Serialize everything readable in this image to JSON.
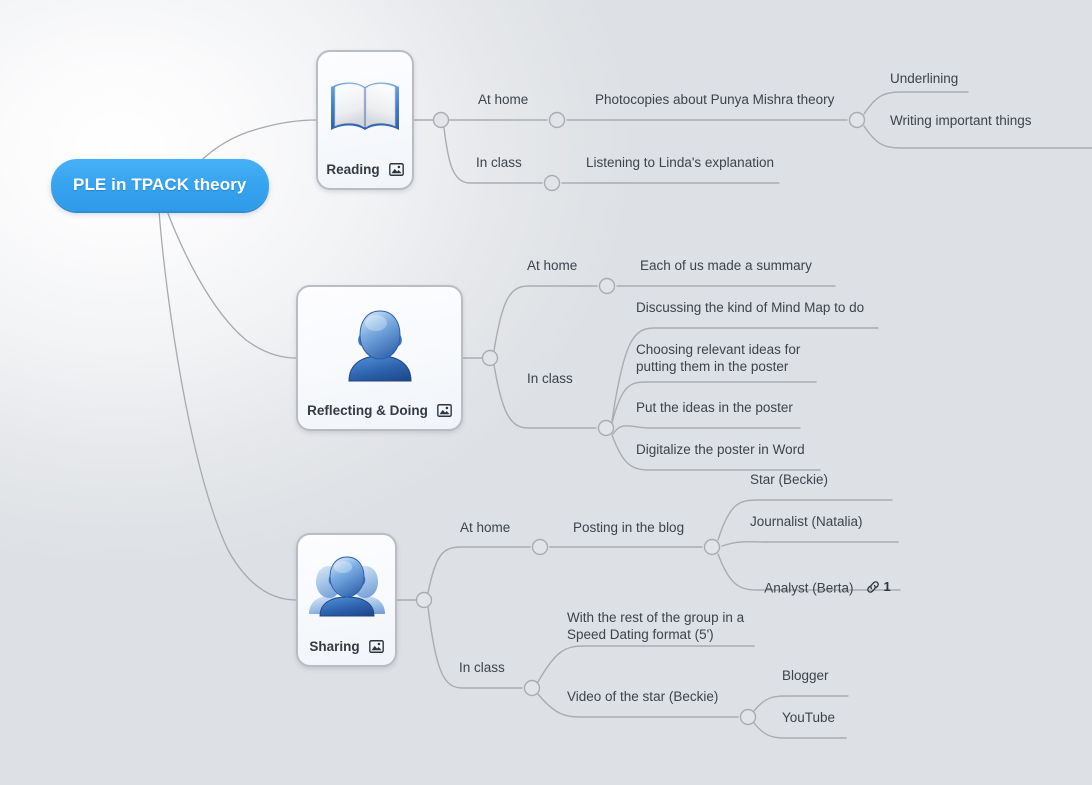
{
  "map": {
    "title": "PLE in TPACK theory",
    "background_color": "#dcdfe3",
    "root_color": "#36a3f0",
    "connector_color": "#a9adb2"
  },
  "root": {
    "label": "PLE in TPACK theory"
  },
  "branches": [
    {
      "key": "reading",
      "label": "Reading",
      "icon": "open-book-icon",
      "attachment_icon": "picture-icon",
      "children": [
        {
          "label": "At home",
          "children": [
            {
              "label": "Photocopies about Punya Mishra theory",
              "children": [
                {
                  "label": "Underlining"
                },
                {
                  "label": "Writing important things"
                }
              ]
            }
          ]
        },
        {
          "label": "In class",
          "children": [
            {
              "label": "Listening to Linda's explanation"
            }
          ]
        }
      ]
    },
    {
      "key": "reflecting",
      "label": "Reflecting & Doing",
      "icon": "user-icon",
      "attachment_icon": "picture-icon",
      "children": [
        {
          "label": "At home",
          "children": [
            {
              "label": "Each of us made a summary"
            }
          ]
        },
        {
          "label": "In class",
          "children": [
            {
              "label": "Discussing the kind of Mind Map to do"
            },
            {
              "label": "Choosing relevant ideas for\nputting them in the poster"
            },
            {
              "label": "Put the ideas in the poster"
            },
            {
              "label": "Digitalize the poster in Word"
            }
          ]
        }
      ]
    },
    {
      "key": "sharing",
      "label": "Sharing",
      "icon": "users-group-icon",
      "attachment_icon": "picture-icon",
      "children": [
        {
          "label": "At home",
          "children": [
            {
              "label": "Posting in the blog",
              "children": [
                {
                  "label": "Star (Beckie)"
                },
                {
                  "label": "Journalist (Natalia)"
                },
                {
                  "label": "Analyst (Berta)",
                  "link_icon": "link-icon",
                  "link_count": "1"
                }
              ]
            }
          ]
        },
        {
          "label": "In class",
          "children": [
            {
              "label": "With the rest of the group in a\nSpeed Dating format (5')"
            },
            {
              "label": "Video of the star (Beckie)",
              "children": [
                {
                  "label": "Blogger"
                },
                {
                  "label": "YouTube"
                }
              ]
            }
          ]
        }
      ]
    }
  ],
  "labels": {
    "reading_at_home": "At home",
    "reading_in_class": "In class",
    "reading_photocopies": "Photocopies about Punya Mishra theory",
    "reading_listening": "Listening to Linda's explanation",
    "reading_underlining": "Underlining",
    "reading_writing": "Writing important things",
    "reflect_at_home": "At home",
    "reflect_in_class": "In class",
    "reflect_summary": "Each of us made a summary",
    "reflect_discussing": "Discussing the kind of Mind Map to do",
    "reflect_choosing": "Choosing relevant ideas for\nputting them in the poster",
    "reflect_put_ideas": "Put the ideas in the poster",
    "reflect_digitalize": "Digitalize the poster in Word",
    "sharing_at_home": "At home",
    "sharing_in_class": "In class",
    "sharing_posting": "Posting in the blog",
    "sharing_star": "Star (Beckie)",
    "sharing_journalist": "Journalist (Natalia)",
    "sharing_analyst": "Analyst (Berta)",
    "sharing_analyst_link_count": "1",
    "sharing_speed_dating": "With the rest of the group in a\nSpeed Dating format (5')",
    "sharing_video": "Video of the star (Beckie)",
    "sharing_blogger": "Blogger",
    "sharing_youtube": "YouTube",
    "card_reading": "Reading",
    "card_reflecting": "Reflecting & Doing",
    "card_sharing": "Sharing"
  }
}
